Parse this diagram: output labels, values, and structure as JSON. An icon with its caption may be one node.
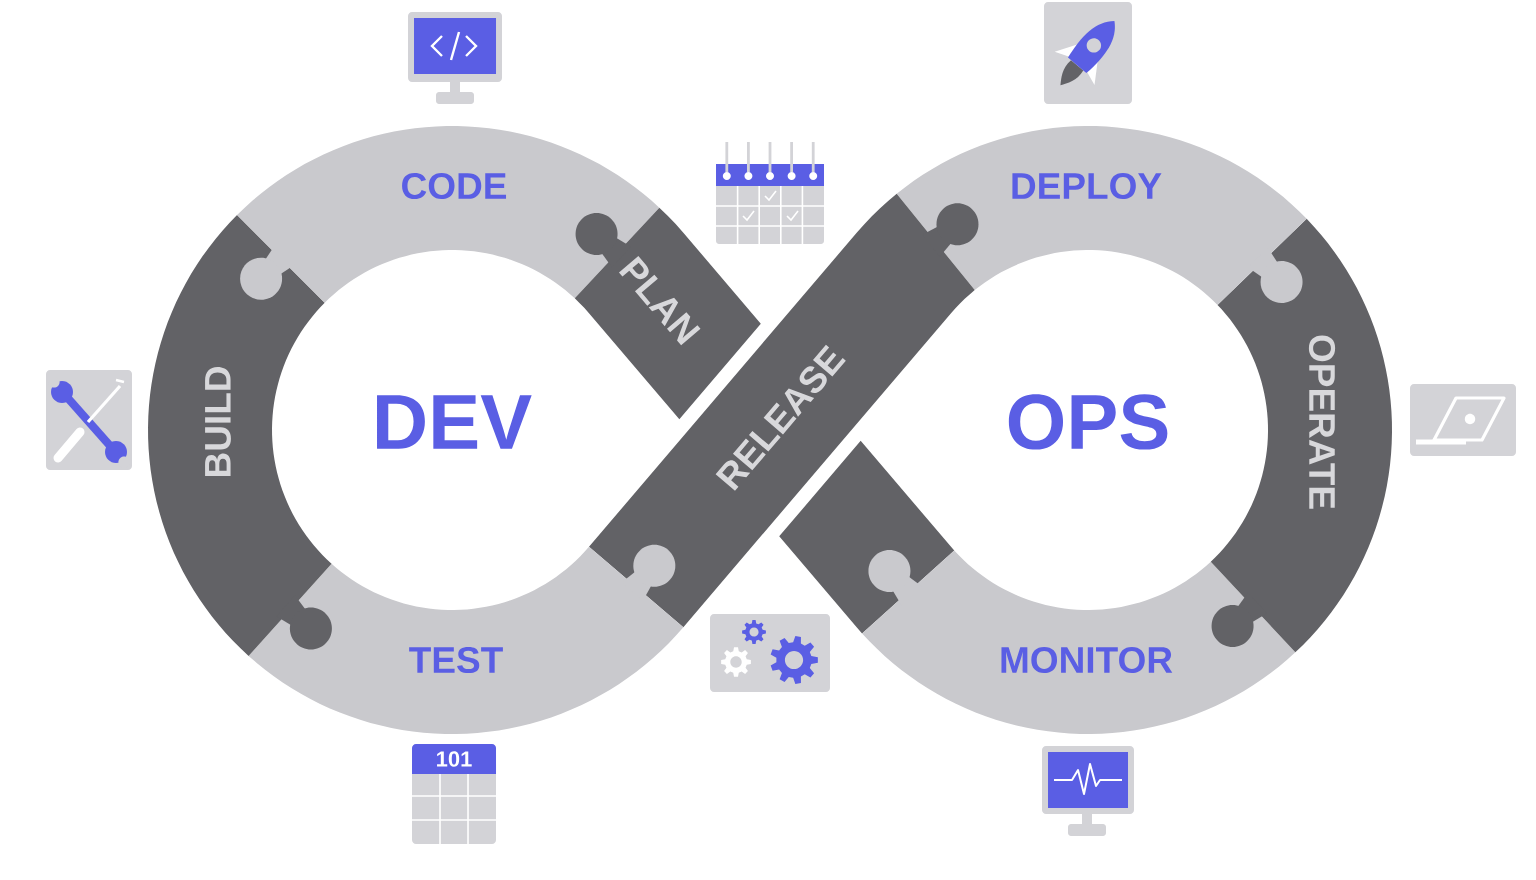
{
  "diagram": {
    "nodes": [
      {
        "text": [
          "PLAN"
        ]
      },
      {
        "text": [
          "CODE"
        ]
      },
      {
        "text": [
          "BUILD"
        ]
      },
      {
        "text": [
          "TEST"
        ]
      },
      {
        "text": [
          "RELEASE"
        ]
      },
      {
        "text": [
          "DEPLOY"
        ]
      },
      {
        "text": [
          "OPERATE"
        ]
      },
      {
        "text": [
          "MONITOR"
        ]
      },
      {
        "text": [],
        "shape": "bar"
      }
    ],
    "labels": [
      "DEV",
      "OPS",
      "101"
    ]
  }
}
